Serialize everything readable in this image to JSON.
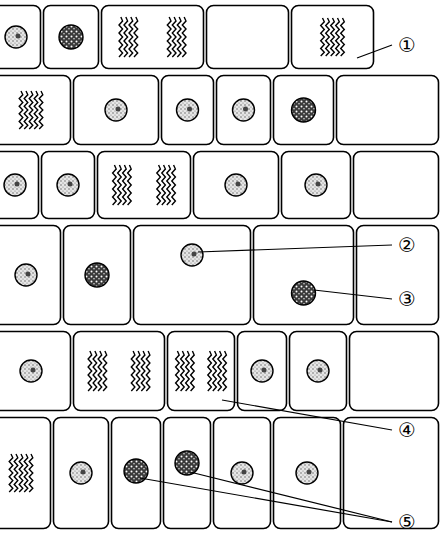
{
  "diagram": {
    "labels": [
      "①",
      "②",
      "③",
      "④",
      "⑤"
    ]
  }
}
